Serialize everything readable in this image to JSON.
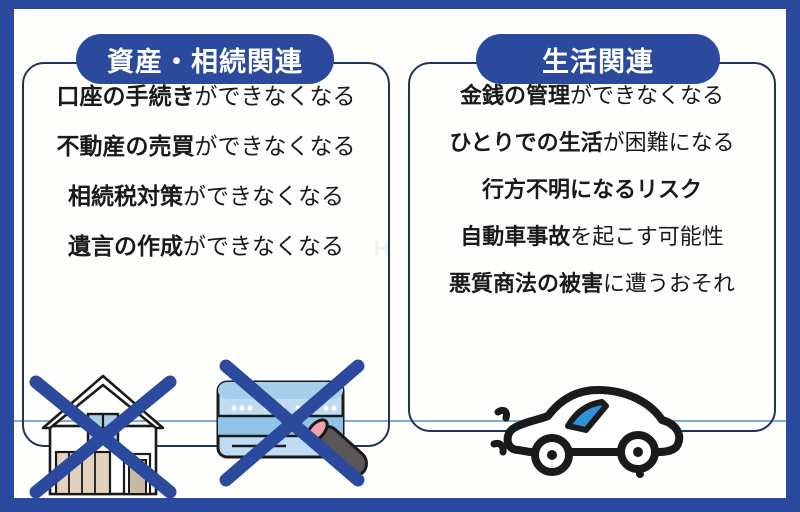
{
  "page": {
    "accent_navy": "#2b4a9e",
    "frame_navy": "#2b4a9e",
    "box_border": "#1f3558",
    "text_color": "#1a1a1a",
    "background": "#fefefc",
    "baseline_color": "#6f9cc4",
    "watermark": "H"
  },
  "columns": [
    {
      "id": "assets-inheritance",
      "header": "資産・相続関連",
      "items": [
        {
          "emphasis": "口座の手続き",
          "rest": "ができなくなる"
        },
        {
          "emphasis": "不動産の売買",
          "rest": "ができなくなる"
        },
        {
          "emphasis": "相続税対策",
          "rest": "ができなくなる"
        },
        {
          "emphasis": "遺言の作成",
          "rest": "ができなくなる"
        }
      ],
      "illustrations": [
        {
          "name": "house-crossed-out",
          "label": "家",
          "crossed": true
        },
        {
          "name": "credit-card-and-stamp-crossed-out",
          "label": "クレジットカードと印鑑",
          "crossed": true
        }
      ]
    },
    {
      "id": "daily-life",
      "header": "生活関連",
      "items": [
        {
          "emphasis": "金銭の管理",
          "rest": "ができなくなる"
        },
        {
          "emphasis": "ひとりでの生活",
          "rest": "が困難になる"
        },
        {
          "emphasis": "行方不明になるリスク",
          "rest": ""
        },
        {
          "emphasis": "自動車事故",
          "rest": "を起こす可能性"
        },
        {
          "emphasis": "悪質商法の被害",
          "rest": "に遭うおそれ"
        }
      ],
      "illustrations": [
        {
          "name": "car-driving",
          "label": "自動車",
          "crossed": false
        }
      ]
    }
  ]
}
